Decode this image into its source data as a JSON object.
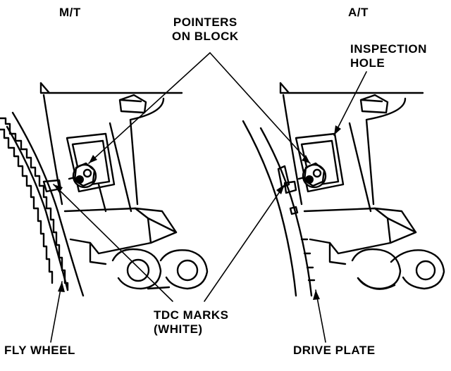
{
  "labels": {
    "mt": "M/T",
    "at": "A/T",
    "pointers_line1": "POINTERS",
    "pointers_line2": "ON BLOCK",
    "inspection_line1": "INSPECTION",
    "inspection_line2": "HOLE",
    "tdc_line1": "TDC MARKS",
    "tdc_line2": "(WHITE)",
    "fly_wheel": "FLY WHEEL",
    "drive_plate": "DRIVE PLATE"
  },
  "colors": {
    "ink": "#000000",
    "paper": "#ffffff"
  }
}
